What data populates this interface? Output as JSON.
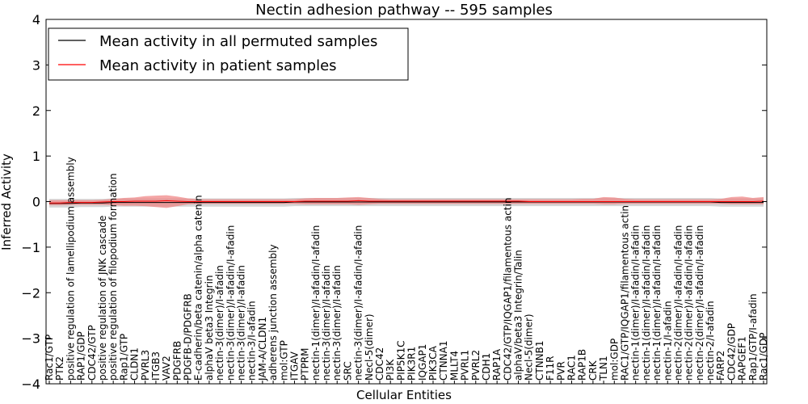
{
  "chart_data": {
    "type": "line",
    "title": "Nectin adhesion pathway -- 595 samples",
    "xlabel": "Cellular Entities",
    "ylabel": "Inferred Activity",
    "ylim": [
      -4,
      4
    ],
    "yticks": [
      "−4",
      "−3",
      "−2",
      "−1",
      "0",
      "1",
      "2",
      "3",
      "4"
    ],
    "legend_position": "top-left",
    "grid": false,
    "categories": [
      "Rac1/GTP",
      "PTK2",
      "positive regulation of lamellipodium assembly",
      "RAP1/GDP",
      "CDC42/GTP",
      "positive regulation of JNK cascade",
      "positive regulation of filopodium formation",
      "Rap1/GTP",
      "CLDN1",
      "PVRL3",
      "ITGB3",
      "VAV2",
      "PDGFRB",
      "PDGFB-D/PDGFRB",
      "E-cadherin/beta catenin/alpha catenin",
      "alphaV beta3 Integrin",
      "nectin-3(dimer)/I-afadin",
      "nectin-3(dimer)/I-afadin/I-afadin",
      "nectin-3(dimer)/I-afadin",
      "nectin-3/I-afadin",
      "JAM-A/CLDN1",
      "adherens junction assembly",
      "mol:GTP",
      "ITGAV",
      "PTPRM",
      "nectin-1(dimer)/I-afadin/I-afadin",
      "nectin-3(dimer)/I-afadin",
      "nectin-3(dimer)/I-afadin",
      "SRC",
      "nectin-3(dimer)/I-afadin/I-afadin",
      "Necl-5(dimer)",
      "CDC42",
      "PI3K",
      "PIP5K1C",
      "PIK3R1",
      "IQGAP1",
      "PIK3CA",
      "CTNNA1",
      "MLLT4",
      "PVRL1",
      "PVRL2",
      "CDH1",
      "RAP1A",
      "CDC42/GTP/IQGAP1/filamentous actin",
      "alphaV/beta3 Integrin/Talin",
      "Necl-5(dimer)",
      "CTNNB1",
      "F11R",
      "PVR",
      "RAC1",
      "RAP1B",
      "CRK",
      "TLN1",
      "mol:GDP",
      "RAC1/GTP/IQGAP1/filamentous actin",
      "nectin-1(dimer)/I-afadin/I-afadin",
      "nectin-1(dimer)/I-afadin/I-afadin",
      "nectin-1(dimer)/I-afadin/I-afadin",
      "nectin-1/I-afadin",
      "nectin-2(dimer)/I-afadin/I-afadin",
      "nectin-2(dimer)/I-afadin/I-afadin",
      "nectin-2(dimer)/I-afadin/I-afadin",
      "nectin-2/I-afadin",
      "FARP2",
      "CDC42/GDP",
      "RAPGEF1",
      "Rap1/GTP/I-afadin",
      "Rac1/GDP"
    ],
    "series": [
      {
        "name": "Mean activity in all permuted samples",
        "color": "#000000",
        "band_color": "#c8c8c8",
        "values": [
          -0.04,
          -0.04,
          -0.04,
          -0.03,
          -0.03,
          -0.03,
          -0.02,
          -0.02,
          -0.02,
          -0.02,
          -0.02,
          -0.02,
          -0.02,
          -0.02,
          -0.02,
          -0.02,
          -0.02,
          -0.02,
          -0.02,
          -0.02,
          -0.02,
          -0.02,
          -0.02,
          -0.01,
          -0.01,
          -0.01,
          -0.01,
          -0.01,
          -0.01,
          -0.01,
          -0.01,
          -0.01,
          -0.01,
          -0.01,
          -0.01,
          -0.01,
          -0.01,
          -0.01,
          -0.01,
          -0.01,
          -0.01,
          -0.01,
          -0.01,
          -0.01,
          -0.01,
          -0.01,
          -0.01,
          -0.01,
          -0.01,
          -0.01,
          -0.01,
          -0.01,
          -0.01,
          -0.01,
          -0.01,
          -0.01,
          -0.01,
          -0.01,
          -0.01,
          -0.01,
          -0.01,
          -0.01,
          -0.01,
          -0.02,
          -0.02,
          -0.02,
          -0.02,
          -0.02
        ],
        "lower": [
          -0.13,
          -0.13,
          -0.13,
          -0.12,
          -0.12,
          -0.12,
          -0.11,
          -0.11,
          -0.11,
          -0.11,
          -0.11,
          -0.11,
          -0.11,
          -0.11,
          -0.11,
          -0.11,
          -0.11,
          -0.11,
          -0.11,
          -0.11,
          -0.11,
          -0.11,
          -0.11,
          -0.1,
          -0.1,
          -0.1,
          -0.1,
          -0.1,
          -0.1,
          -0.1,
          -0.1,
          -0.1,
          -0.1,
          -0.1,
          -0.1,
          -0.1,
          -0.1,
          -0.1,
          -0.1,
          -0.1,
          -0.1,
          -0.1,
          -0.1,
          -0.1,
          -0.1,
          -0.1,
          -0.1,
          -0.1,
          -0.1,
          -0.1,
          -0.1,
          -0.1,
          -0.1,
          -0.1,
          -0.1,
          -0.1,
          -0.1,
          -0.1,
          -0.1,
          -0.1,
          -0.1,
          -0.1,
          -0.1,
          -0.11,
          -0.11,
          -0.11,
          -0.11,
          -0.11
        ],
        "upper": [
          0.06,
          0.06,
          0.06,
          0.06,
          0.06,
          0.06,
          0.07,
          0.07,
          0.07,
          0.07,
          0.07,
          0.07,
          0.07,
          0.07,
          0.07,
          0.07,
          0.07,
          0.07,
          0.07,
          0.07,
          0.07,
          0.07,
          0.07,
          0.08,
          0.08,
          0.08,
          0.08,
          0.08,
          0.08,
          0.08,
          0.08,
          0.08,
          0.08,
          0.08,
          0.08,
          0.08,
          0.08,
          0.08,
          0.08,
          0.08,
          0.08,
          0.08,
          0.08,
          0.08,
          0.08,
          0.08,
          0.08,
          0.08,
          0.08,
          0.08,
          0.08,
          0.08,
          0.08,
          0.08,
          0.08,
          0.08,
          0.08,
          0.08,
          0.08,
          0.08,
          0.08,
          0.08,
          0.08,
          0.07,
          0.07,
          0.07,
          0.07,
          0.07
        ]
      },
      {
        "name": "Mean activity in patient samples",
        "color": "#ff0000",
        "band_color": "#f08080",
        "values": [
          -0.03,
          -0.03,
          -0.02,
          -0.02,
          -0.02,
          -0.01,
          0.0,
          0.0,
          0.01,
          0.01,
          0.01,
          0.02,
          0.01,
          0.0,
          0.0,
          0.0,
          0.0,
          0.0,
          0.0,
          0.0,
          0.0,
          0.0,
          0.0,
          0.0,
          0.01,
          0.01,
          0.01,
          0.01,
          0.01,
          0.02,
          0.01,
          0.01,
          0.01,
          0.01,
          0.01,
          0.01,
          0.01,
          0.01,
          0.01,
          0.01,
          0.01,
          0.01,
          0.01,
          0.01,
          0.01,
          0.0,
          0.0,
          0.0,
          0.0,
          0.0,
          0.0,
          0.0,
          0.0,
          0.0,
          0.0,
          0.0,
          0.0,
          0.0,
          0.0,
          0.0,
          0.0,
          0.0,
          0.0,
          0.0,
          0.0,
          0.0,
          0.0,
          0.01
        ],
        "lower": [
          -0.08,
          -0.08,
          -0.07,
          -0.07,
          -0.07,
          -0.07,
          -0.08,
          -0.09,
          -0.09,
          -0.1,
          -0.12,
          -0.14,
          -0.1,
          -0.06,
          -0.05,
          -0.05,
          -0.05,
          -0.05,
          -0.05,
          -0.05,
          -0.05,
          -0.05,
          -0.05,
          -0.05,
          -0.06,
          -0.06,
          -0.06,
          -0.06,
          -0.06,
          -0.07,
          -0.06,
          -0.05,
          -0.05,
          -0.05,
          -0.05,
          -0.05,
          -0.05,
          -0.05,
          -0.05,
          -0.05,
          -0.05,
          -0.05,
          -0.05,
          -0.05,
          -0.05,
          -0.05,
          -0.05,
          -0.05,
          -0.05,
          -0.05,
          -0.05,
          -0.05,
          -0.06,
          -0.06,
          -0.05,
          -0.05,
          -0.05,
          -0.05,
          -0.05,
          -0.05,
          -0.05,
          -0.05,
          -0.05,
          -0.05,
          -0.06,
          -0.06,
          -0.06,
          -0.06
        ],
        "upper": [
          0.03,
          0.03,
          0.03,
          0.03,
          0.03,
          0.04,
          0.06,
          0.08,
          0.09,
          0.12,
          0.13,
          0.14,
          0.11,
          0.07,
          0.05,
          0.05,
          0.05,
          0.05,
          0.05,
          0.05,
          0.05,
          0.05,
          0.05,
          0.05,
          0.07,
          0.08,
          0.08,
          0.08,
          0.09,
          0.1,
          0.08,
          0.06,
          0.05,
          0.05,
          0.05,
          0.05,
          0.05,
          0.05,
          0.05,
          0.05,
          0.05,
          0.05,
          0.05,
          0.05,
          0.05,
          0.05,
          0.05,
          0.05,
          0.05,
          0.05,
          0.06,
          0.06,
          0.1,
          0.09,
          0.06,
          0.05,
          0.05,
          0.05,
          0.05,
          0.05,
          0.05,
          0.05,
          0.05,
          0.06,
          0.1,
          0.11,
          0.08,
          0.1
        ]
      }
    ]
  }
}
